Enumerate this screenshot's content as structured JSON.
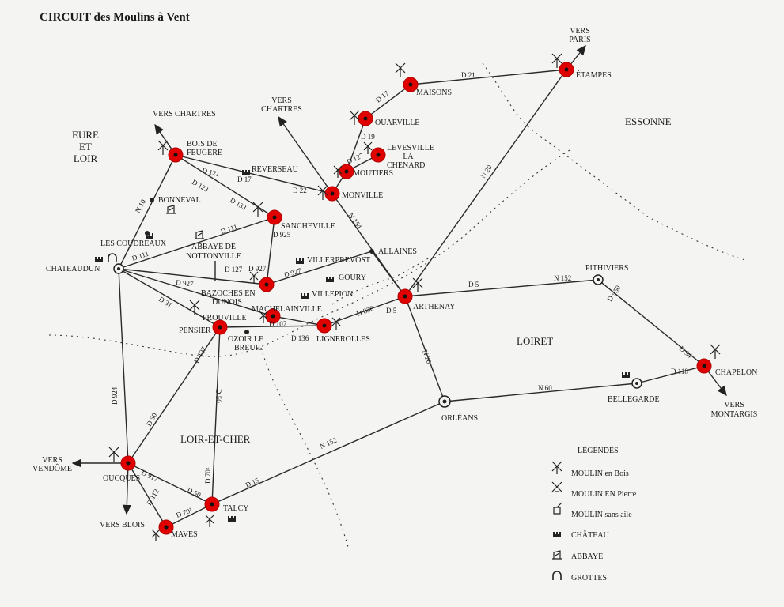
{
  "title": "CIRCUIT des Moulins à Vent",
  "regions": {
    "eure_et_loir": [
      "EURE",
      "ET",
      "LOIR"
    ],
    "essonne": "ESSONNE",
    "loiret": "LOIRET",
    "loir_et_cher": "LOIR-ET-CHER"
  },
  "directions": {
    "paris": [
      "VERS",
      "PARIS"
    ],
    "chartres_west": "VERS CHARTRES",
    "chartres_east": [
      "VERS",
      "CHARTRES"
    ],
    "vendome": [
      "VERS",
      "VENDÔME"
    ],
    "blois": "VERS BLOIS",
    "montargis": [
      "VERS",
      "MONTARGIS"
    ]
  },
  "places": {
    "etampes": "ÉTAMPES",
    "maisons": "MAISONS",
    "ouarville": "OUARVILLE",
    "levesville": [
      "LEVESVILLE",
      "LA",
      "CHENARD"
    ],
    "moutiers": "MOUTIERS",
    "monville": "MONVILLE",
    "bois_de_feugere": [
      "BOIS DE",
      "FEUGERE"
    ],
    "reverseau": "REVERSEAU",
    "bonneval": "BONNEVAL",
    "sancheville": "SANCHEVILLE",
    "les_coudreaux": "LES COUDREAUX",
    "abbaye_nottonville": [
      "ABBAYE DE",
      "NOTTONVILLE"
    ],
    "chateaudun": "CHATEAUDUN",
    "allaines": "ALLAINES",
    "villerprevost": "VILLERPREVOST",
    "goury": "GOURY",
    "villepion": "VILLEPION",
    "bazoches": [
      "BAZOCHES EN",
      "DUNOIS"
    ],
    "machelainville": "MACHELAINVILLE",
    "frouville": "FROUVILLE",
    "pensier": "PENSIER",
    "ozoir": [
      "OZOIR LE",
      "BREUIL"
    ],
    "lignerolles": "LIGNEROLLES",
    "arthenay": "ARTHENAY",
    "pithiviers": "PITHIVIERS",
    "chapelon": "CHAPELON",
    "bellegarde": "BELLEGARDE",
    "orleans": "ORLÉANS",
    "oucques": "OUCQUES",
    "talcy": "TALCY",
    "maves": "MAVES"
  },
  "roads": {
    "d21": "D 21",
    "d17a": "D 17",
    "d19": "D 19",
    "d127a": "D 127",
    "n20": "N 20",
    "d121": "D 121",
    "d17b": "D 17",
    "d123": "D 123",
    "d22": "D 22",
    "d133": "D 133",
    "d925": "D 925",
    "n154": "N 154",
    "n10": "N 10",
    "d111a": "D 111",
    "d111b": "D 111",
    "d127b": "D 127",
    "d927a": "D 927",
    "d927b": "D 927",
    "d927c": "D 927",
    "d31": "D 31",
    "d107": "D 107",
    "d836": "D 836",
    "d5a": "D 5",
    "d5b": "D 5",
    "n152a": "N 152",
    "d950": "D 950",
    "d94": "D 94",
    "d118": "D 118",
    "n20b": "N 20",
    "n60": "N 60",
    "d136": "D 136",
    "d127c": "D 127",
    "d924": "D 924",
    "d50a": "D 50",
    "d50b": "D 50",
    "d50c": "D 50",
    "d917": "D 917",
    "d112": "D 112",
    "d70a": "D 70²",
    "d70b": "D 70²",
    "d15": "D 15",
    "n152b": "N 152"
  },
  "legend": {
    "heading": "LÉGENDES",
    "items": [
      {
        "icon": "windmill-wood-icon",
        "label": "MOULIN en Bois"
      },
      {
        "icon": "windmill-stone-icon",
        "label": "MOULIN EN Pierre"
      },
      {
        "icon": "windmill-no-sail-icon",
        "label": "MOULIN sans aile"
      },
      {
        "icon": "castle-icon",
        "label": "CHÂTEAU"
      },
      {
        "icon": "abbey-icon",
        "label": "ABBAYE"
      },
      {
        "icon": "cave-icon",
        "label": "GROTTES"
      }
    ]
  },
  "colors": {
    "marker": "#e00000",
    "ink": "#1a1a1a",
    "paper": "#f4f4f2"
  }
}
